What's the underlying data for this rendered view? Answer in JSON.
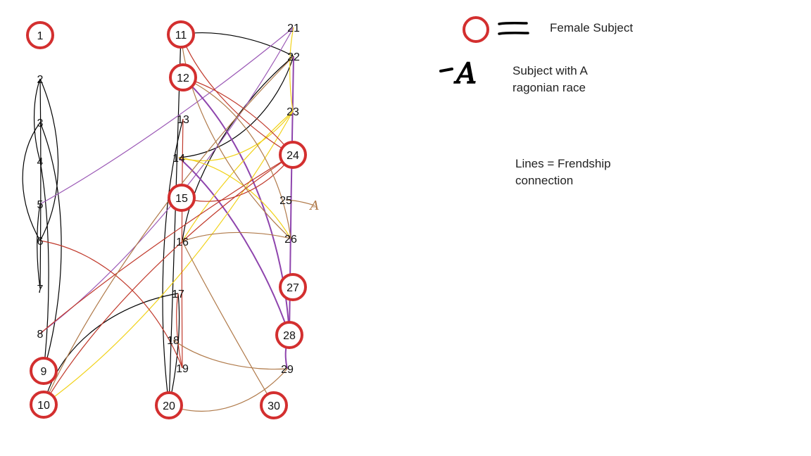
{
  "nodes": [
    {
      "id": "1",
      "female": true,
      "race_a": false
    },
    {
      "id": "2",
      "female": false,
      "race_a": false
    },
    {
      "id": "3",
      "female": false,
      "race_a": false
    },
    {
      "id": "4",
      "female": false,
      "race_a": false
    },
    {
      "id": "5",
      "female": false,
      "race_a": false
    },
    {
      "id": "6",
      "female": false,
      "race_a": false
    },
    {
      "id": "7",
      "female": false,
      "race_a": false
    },
    {
      "id": "8",
      "female": false,
      "race_a": false
    },
    {
      "id": "9",
      "female": true,
      "race_a": false
    },
    {
      "id": "10",
      "female": true,
      "race_a": false
    },
    {
      "id": "11",
      "female": true,
      "race_a": false
    },
    {
      "id": "12",
      "female": true,
      "race_a": false
    },
    {
      "id": "13",
      "female": false,
      "race_a": false
    },
    {
      "id": "14",
      "female": false,
      "race_a": false
    },
    {
      "id": "15",
      "female": true,
      "race_a": false
    },
    {
      "id": "16",
      "female": false,
      "race_a": false
    },
    {
      "id": "17",
      "female": false,
      "race_a": false
    },
    {
      "id": "18",
      "female": false,
      "race_a": false
    },
    {
      "id": "19",
      "female": false,
      "race_a": false
    },
    {
      "id": "20",
      "female": true,
      "race_a": false
    },
    {
      "id": "21",
      "female": false,
      "race_a": false
    },
    {
      "id": "22",
      "female": false,
      "race_a": false
    },
    {
      "id": "23",
      "female": false,
      "race_a": false
    },
    {
      "id": "24",
      "female": true,
      "race_a": false
    },
    {
      "id": "25",
      "female": false,
      "race_a": true
    },
    {
      "id": "26",
      "female": false,
      "race_a": false
    },
    {
      "id": "27",
      "female": true,
      "race_a": false
    },
    {
      "id": "28",
      "female": true,
      "race_a": false
    },
    {
      "id": "29",
      "female": false,
      "race_a": false
    },
    {
      "id": "30",
      "female": true,
      "race_a": false
    }
  ],
  "edges": [
    {
      "from": "2",
      "to": "7",
      "color": "#000000"
    },
    {
      "from": "2",
      "to": "4",
      "color": "#000000"
    },
    {
      "from": "3",
      "to": "6",
      "color": "#000000"
    },
    {
      "from": "3",
      "to": "9",
      "color": "#000000"
    },
    {
      "from": "4",
      "to": "9",
      "color": "#000000"
    },
    {
      "from": "5",
      "to": "7",
      "color": "#000000"
    },
    {
      "from": "6",
      "to": "2",
      "color": "#000000"
    },
    {
      "from": "10",
      "to": "17",
      "color": "#000000"
    },
    {
      "from": "11",
      "to": "22",
      "color": "#000000"
    },
    {
      "from": "11",
      "to": "20",
      "color": "#000000"
    },
    {
      "from": "13",
      "to": "20",
      "color": "#000000"
    },
    {
      "from": "14",
      "to": "22",
      "color": "#000000"
    },
    {
      "from": "16",
      "to": "22",
      "color": "#000000"
    },
    {
      "from": "17",
      "to": "20",
      "color": "#000000"
    },
    {
      "from": "5",
      "to": "21",
      "color": "#9b59b6"
    },
    {
      "from": "8",
      "to": "21",
      "color": "#9b59b6"
    },
    {
      "from": "12",
      "to": "28",
      "color": "#8e44ad"
    },
    {
      "from": "14",
      "to": "28",
      "color": "#8e44ad"
    },
    {
      "from": "22",
      "to": "28",
      "color": "#8e44ad"
    },
    {
      "from": "28",
      "to": "29",
      "color": "#8e44ad"
    },
    {
      "from": "14",
      "to": "23",
      "color": "#f1d21a"
    },
    {
      "from": "14",
      "to": "26",
      "color": "#f1d21a"
    },
    {
      "from": "16",
      "to": "23",
      "color": "#f1d21a"
    },
    {
      "from": "21",
      "to": "23",
      "color": "#f1d21a"
    },
    {
      "from": "10",
      "to": "23",
      "color": "#f1d21a"
    },
    {
      "from": "6",
      "to": "19",
      "color": "#c0392b"
    },
    {
      "from": "12",
      "to": "24",
      "color": "#c0392b"
    },
    {
      "from": "13",
      "to": "19",
      "color": "#c0392b"
    },
    {
      "from": "11",
      "to": "24",
      "color": "#c0392b"
    },
    {
      "from": "15",
      "to": "24",
      "color": "#c0392b"
    },
    {
      "from": "10",
      "to": "24",
      "color": "#c0392b"
    },
    {
      "from": "8",
      "to": "24",
      "color": "#c0392b"
    },
    {
      "from": "17",
      "to": "19",
      "color": "#c0392b"
    },
    {
      "from": "11",
      "to": "26",
      "color": "#b07a4a"
    },
    {
      "from": "12",
      "to": "26",
      "color": "#b07a4a"
    },
    {
      "from": "16",
      "to": "26",
      "color": "#b07a4a"
    },
    {
      "from": "16",
      "to": "30",
      "color": "#b07a4a"
    },
    {
      "from": "18",
      "to": "29",
      "color": "#b07a4a"
    },
    {
      "from": "20",
      "to": "29",
      "color": "#b07a4a"
    },
    {
      "from": "10",
      "to": "22",
      "color": "#b07a4a"
    },
    {
      "from": "25",
      "to": "A",
      "color": "#b07a4a"
    }
  ],
  "legend": {
    "female_label": "Female Subject",
    "race_label_line1": "Subject with A",
    "race_label_line2": "ragonian race",
    "race_marker": "A",
    "lines_label_line1": "Lines = Frendship",
    "lines_label_line2": "connection"
  },
  "colors": {
    "female_circle": "#d32f2f",
    "text": "#111111",
    "brown_marker": "#b07a4a"
  }
}
